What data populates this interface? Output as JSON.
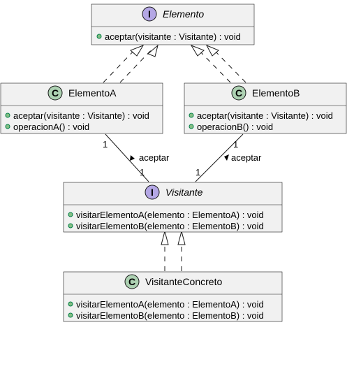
{
  "diagram": {
    "classes": {
      "elemento": {
        "stereotype_letter": "I",
        "name": "Elemento",
        "members": [
          "aceptar(visitante : Visitante) : void"
        ]
      },
      "elementoA": {
        "stereotype_letter": "C",
        "name": "ElementoA",
        "members": [
          "aceptar(visitante : Visitante) : void",
          "operacionA() : void"
        ]
      },
      "elementoB": {
        "stereotype_letter": "C",
        "name": "ElementoB",
        "members": [
          "aceptar(visitante : Visitante) : void",
          "operacionB() : void"
        ]
      },
      "visitante": {
        "stereotype_letter": "I",
        "name": "Visitante",
        "members": [
          "visitarElementoA(elemento : ElementoA) : void",
          "visitarElementoB(elemento : ElementoB) : void"
        ]
      },
      "visitanteConcreto": {
        "stereotype_letter": "C",
        "name": "VisitanteConcreto",
        "members": [
          "visitarElementoA(elemento : ElementoA) : void",
          "visitarElementoB(elemento : ElementoB) : void"
        ]
      }
    },
    "associations": {
      "a_to_visitante": {
        "label": "aceptar",
        "mult_source": "1",
        "mult_target": "1"
      },
      "b_to_visitante": {
        "label": "aceptar",
        "mult_source": "1",
        "mult_target": "1"
      }
    },
    "colors": {
      "box_fill": "#f1f1f1",
      "interface_badge": "#b4a7e5",
      "class_badge": "#add1b2",
      "public_marker": "#84be84",
      "line": "#181818"
    }
  }
}
